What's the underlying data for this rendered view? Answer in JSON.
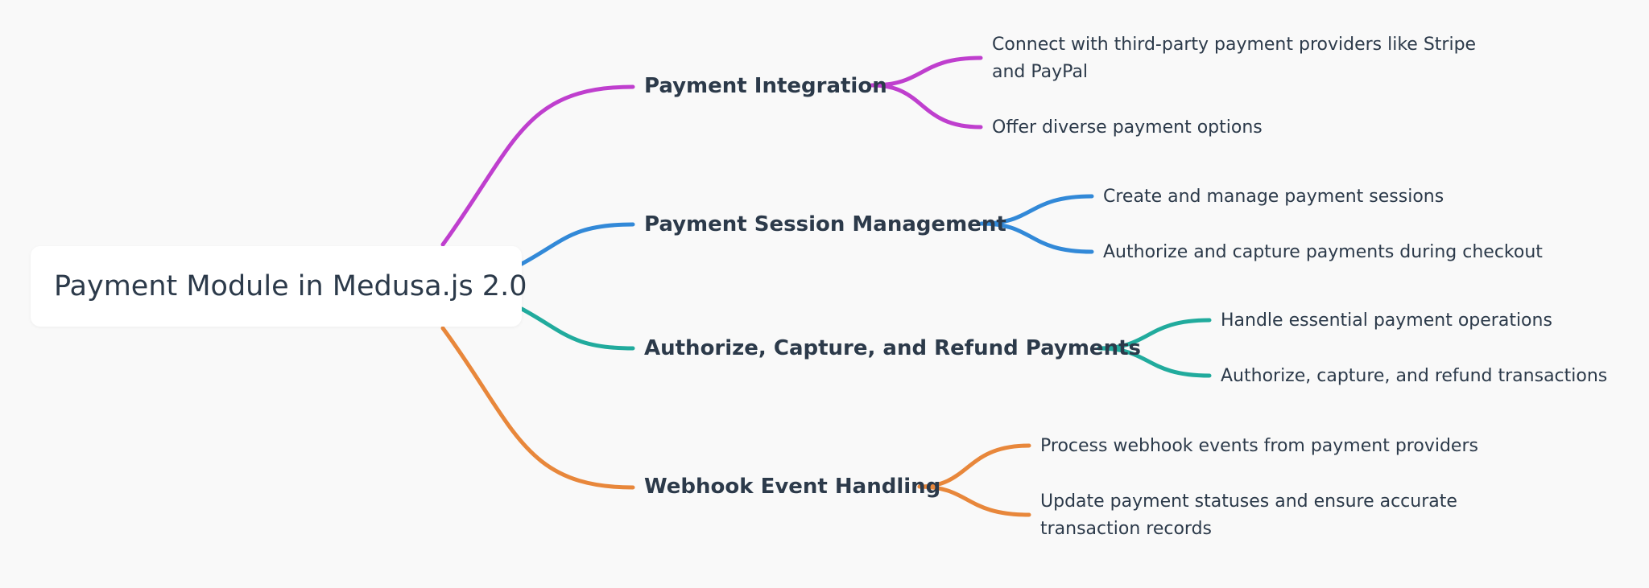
{
  "root": {
    "title": "Payment Module in Medusa.js 2.0"
  },
  "branches": [
    {
      "label": "Payment Integration",
      "color": "#bf3fce",
      "leaves": [
        "Connect with third-party payment providers like Stripe and PayPal",
        "Offer diverse payment options"
      ]
    },
    {
      "label": "Payment Session Management",
      "color": "#3289d8",
      "leaves": [
        "Create and manage payment sessions",
        "Authorize and capture payments during checkout"
      ]
    },
    {
      "label": "Authorize, Capture, and Refund Payments",
      "color": "#21ab9d",
      "leaves": [
        "Handle essential payment operations",
        "Authorize, capture, and refund transactions"
      ]
    },
    {
      "label": "Webhook Event Handling",
      "color": "#e8873b",
      "leaves": [
        "Process webhook events from payment providers",
        "Update payment statuses and ensure accurate transaction records"
      ]
    }
  ]
}
